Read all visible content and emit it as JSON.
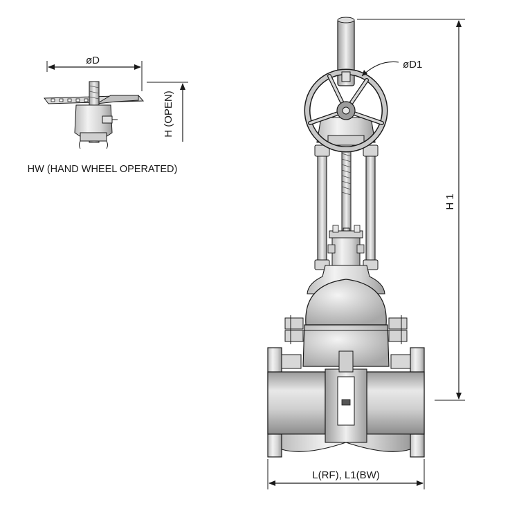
{
  "labels": {
    "small_diameter": "øD",
    "height_open": "H (OPEN)",
    "caption": "HW (HAND WHEEL OPERATED)",
    "handwheel_diameter": "øD1",
    "overall_height": "H 1",
    "face_length": "L(RF), L1(BW)"
  },
  "colors": {
    "line": "#1a1a1a",
    "steel_light": "#e6e6e6",
    "steel_mid": "#c4c4c4",
    "steel_dark": "#8a8a8a",
    "background": "#ffffff"
  }
}
